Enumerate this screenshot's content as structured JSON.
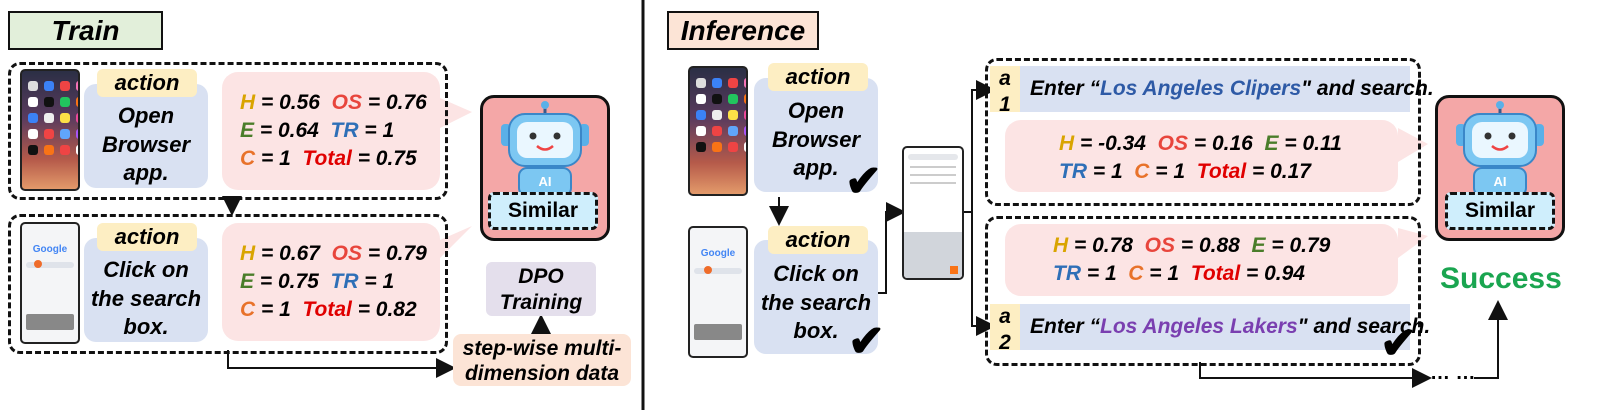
{
  "colors": {
    "H": "#d9a400",
    "OS": "#e8453c",
    "E": "#4a7d2a",
    "TR": "#2e6fb7",
    "C": "#e8722a",
    "Total": "#e00000",
    "success": "#1aa550",
    "clipers": "#2e5aa6",
    "lakers": "#7a3fb0",
    "train_title_bg": "#e2efda",
    "inference_title_bg": "#fce4d6"
  },
  "train": {
    "title": "Train",
    "step1": {
      "tag": "action",
      "action_lines": [
        "Open",
        "Browser",
        "app."
      ],
      "scores": {
        "H": "0.56",
        "OS": "0.76",
        "E": "0.64",
        "TR": "1",
        "C": "1",
        "Total": "0.75"
      }
    },
    "step2": {
      "tag": "action",
      "action_lines": [
        "Click on",
        "the search",
        "box."
      ],
      "scores": {
        "H": "0.67",
        "OS": "0.79",
        "E": "0.75",
        "TR": "1",
        "C": "1",
        "Total": "0.82"
      }
    },
    "similar_label": "Similar",
    "robot_label": "AI",
    "dpo_label": [
      "DPO",
      "Training"
    ],
    "data_label": [
      "step-wise multi-",
      "dimension data"
    ]
  },
  "inference": {
    "title": "Inference",
    "step1": {
      "tag": "action",
      "action_lines": [
        "Open",
        "Browser",
        "app."
      ]
    },
    "step2": {
      "tag": "action",
      "action_lines": [
        "Click on",
        "the search",
        "box."
      ]
    },
    "a1": {
      "tag": [
        "a",
        "1"
      ],
      "prefix": "Enter “",
      "name": "Los Angeles Clipers",
      "suffix": "\" and search.",
      "scores": {
        "H": "-0.34",
        "OS": "0.16",
        "E": "0.11",
        "TR": "1",
        "C": "1",
        "Total": "0.17"
      }
    },
    "a2": {
      "tag": [
        "a",
        "2"
      ],
      "prefix": "Enter “",
      "name": "Los Angeles Lakers",
      "suffix": "\" and search.",
      "scores": {
        "H": "0.78",
        "OS": "0.88",
        "E": "0.79",
        "TR": "1",
        "C": "1",
        "Total": "0.94"
      }
    },
    "similar_label": "Similar",
    "robot_label": "AI",
    "success_label": "Success",
    "ellipsis": "… …",
    "check_symbol": "✔"
  },
  "score_keys": {
    "H": "H",
    "OS": "OS",
    "E": "E",
    "TR": "TR",
    "C": "C",
    "Total": "Total",
    "eq": " = "
  },
  "phone_ui": {
    "google_logo": "Google"
  }
}
